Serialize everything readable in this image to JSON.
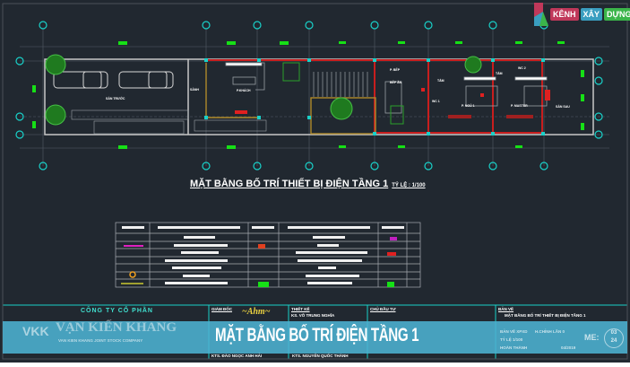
{
  "brand": {
    "name_parts": [
      "KÊNH",
      "XÂY",
      "DỰNG"
    ],
    "colors": [
      "#c0385a",
      "#3a9ec0",
      "#3bb54a"
    ]
  },
  "drawing": {
    "title": "MẶT BẰNG BỐ TRÍ THIẾT BỊ ĐIỆN TẦNG 1",
    "scale": "TỶ LỆ : 1/100",
    "rooms": [
      "SÂN TRƯỚC",
      "SẢNH",
      "P.KHÁCH",
      "P. BẾP",
      "BẾP ĂN",
      "TẮM",
      "WC 1",
      "P. NGỦ 1",
      "TẮM",
      "WC 2",
      "P. MASTER",
      "SÂN SAU"
    ]
  },
  "title_block": {
    "company_line1": "CÔNG TY CỔ PHẦN",
    "company_line2": "VẠN KIẾN KHANG",
    "company_en": "VAN KIEN KHANG JOINT STOCK COMPANY",
    "logo_text": "VKK",
    "director_label": "GIÁM ĐỐC",
    "director_name": "KTS. ĐÀO NGỌC ANH HẢI",
    "designer_label": "THIẾT KẾ",
    "designer_name": "KS. VÕ TRUNG NGHĨA",
    "checker_name": "KTS. NGUYỄN QUỐC THÀNH",
    "owner_label": "CHỦ ĐẦU TƯ",
    "sheet_label": "BẢN VẼ",
    "sheet_title": "MẶT BẰNG BỐ TRÍ THIẾT BỊ ĐIỆN TẦNG 1",
    "sheet_type": "BẢN VẼ XPXD",
    "revision": "H.CHỈNH LẦN 0",
    "scale": "TỶ LỆ 1/100",
    "completed_label": "HOÀN THÀNH",
    "completed_date": "04/2019",
    "sheet_code": "ME:",
    "sheet_num": "03",
    "sheet_total": "24"
  },
  "banner": {
    "title": "MẶT BẰNG BỐ TRÍ ĐIỆN TẦNG 1"
  }
}
